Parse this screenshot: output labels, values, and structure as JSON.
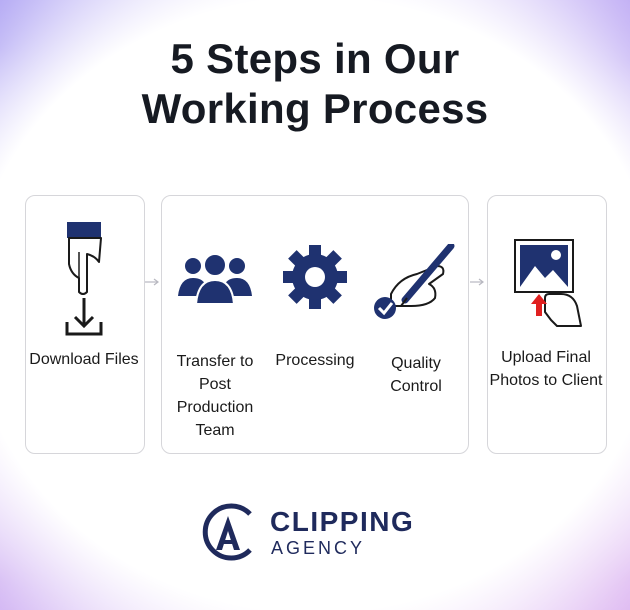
{
  "title": "5 Steps in Our\nWorking Process",
  "steps": [
    {
      "label": "Download Files",
      "icon": "hand-download-icon"
    },
    {
      "label": "Transfer to Post Production Team",
      "icon": "team-icon"
    },
    {
      "label": "Processing",
      "icon": "gear-icon"
    },
    {
      "label": "Quality Control",
      "icon": "pen-check-icon"
    },
    {
      "label": "Upload Final Photos to Client",
      "icon": "photo-upload-icon"
    }
  ],
  "brand": {
    "name": "CLIPPING",
    "sub": "AGENCY",
    "monogram": "CA"
  },
  "colors": {
    "navy": "#1f3270",
    "accent": "#e02020",
    "text": "#161a22"
  }
}
